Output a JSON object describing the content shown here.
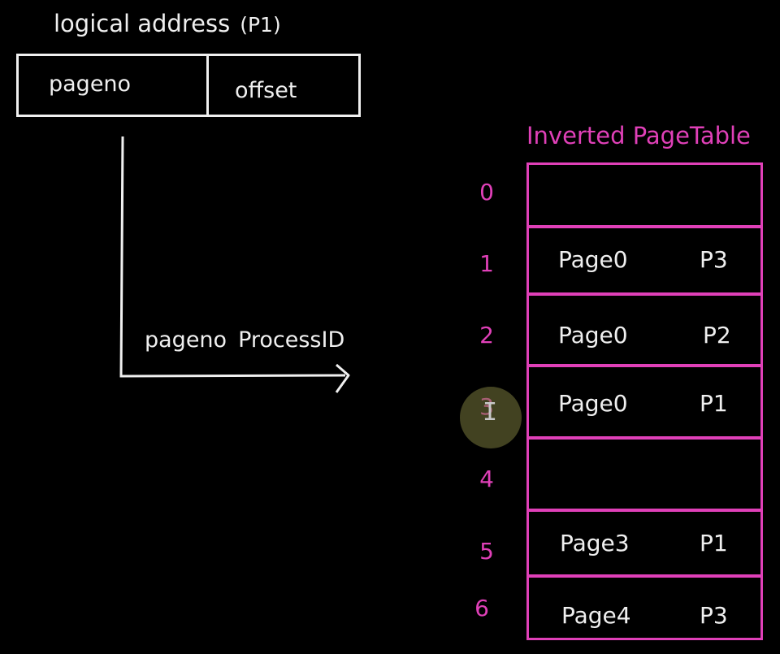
{
  "logical_address": {
    "title": "logical address",
    "process": "(P1)",
    "fields": {
      "pageno": "pageno",
      "offset": "offset"
    }
  },
  "lookup_key": {
    "pageno": "pageno",
    "process_id": "ProcessID"
  },
  "inverted_page_table": {
    "title": "Inverted PageTable",
    "rows": [
      {
        "index": "0",
        "page": "",
        "process": ""
      },
      {
        "index": "1",
        "page": "Page0",
        "process": "P3"
      },
      {
        "index": "2",
        "page": "Page0",
        "process": "P2"
      },
      {
        "index": "3",
        "page": "Page0",
        "process": "P1"
      },
      {
        "index": "4",
        "page": "",
        "process": ""
      },
      {
        "index": "5",
        "page": "Page3",
        "process": "P1"
      },
      {
        "index": "6",
        "page": "Page4",
        "process": "P3"
      }
    ]
  },
  "colors": {
    "background": "#000000",
    "foreground": "#efefef",
    "table_accent": "#e040b8"
  },
  "icons": {
    "cursor": "text-cursor-icon"
  }
}
